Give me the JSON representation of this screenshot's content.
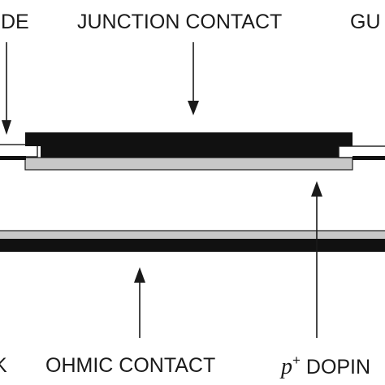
{
  "labels": {
    "top_left": "IDE",
    "top_center": "JUNCTION CONTACT",
    "top_right": "GU",
    "bottom_left": "K",
    "bottom_center": "OHMIC CONTACT",
    "bottom_right_italic": "p",
    "bottom_right_sup": "+",
    "bottom_right": " DOPIN"
  },
  "colors": {
    "contact": "#111111",
    "doping": "#c8c8c8",
    "oxide": "#ffffff",
    "outline": "#1a1a1a"
  }
}
